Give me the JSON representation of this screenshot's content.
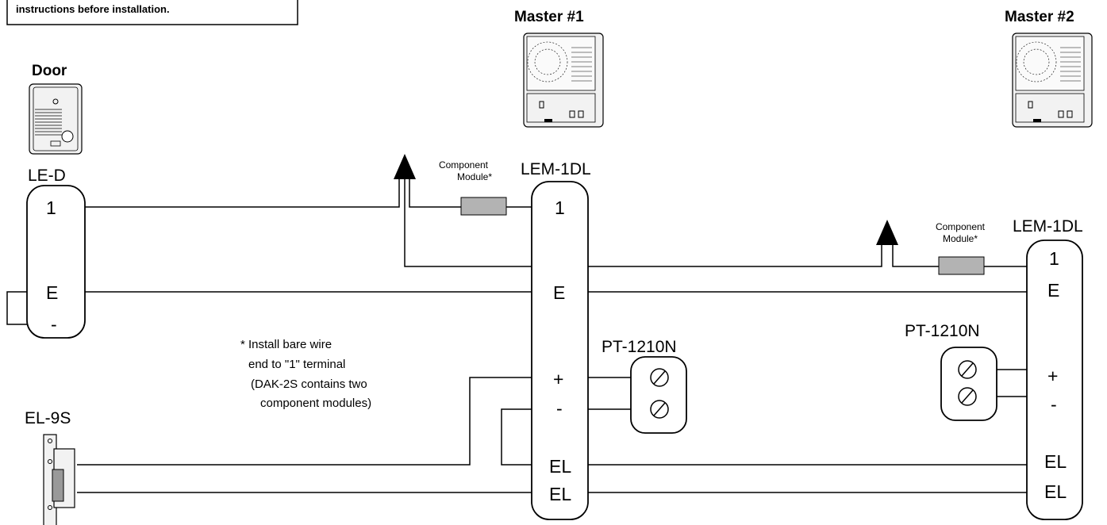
{
  "notice": {
    "text": "instructions before installation."
  },
  "headers": {
    "master1": "Master #1",
    "master2": "Master #2",
    "door": "Door"
  },
  "devices": {
    "door_station": "LE-D",
    "master1_unit": "LEM-1DL",
    "master2_unit": "LEM-1DL",
    "power1": "PT-1210N",
    "power2": "PT-1210N",
    "strike": "EL-9S"
  },
  "component_module": {
    "line1": "Component",
    "line2": "Module*"
  },
  "terminals": {
    "led": [
      "1",
      "E",
      "-"
    ],
    "lem1": [
      "1",
      "E",
      "+",
      "-",
      "EL",
      "EL"
    ],
    "lem2": [
      "1",
      "E",
      "+",
      "-",
      "EL",
      "EL"
    ]
  },
  "footnote": {
    "line1": "* Install bare wire",
    "line2": "end to \"1\" terminal",
    "line3": "(DAK-2S contains two",
    "line4": "component modules)"
  },
  "colors": {
    "wire": "#000000",
    "module": "#b3b3b3",
    "device_fill": "#f2f2f2"
  }
}
